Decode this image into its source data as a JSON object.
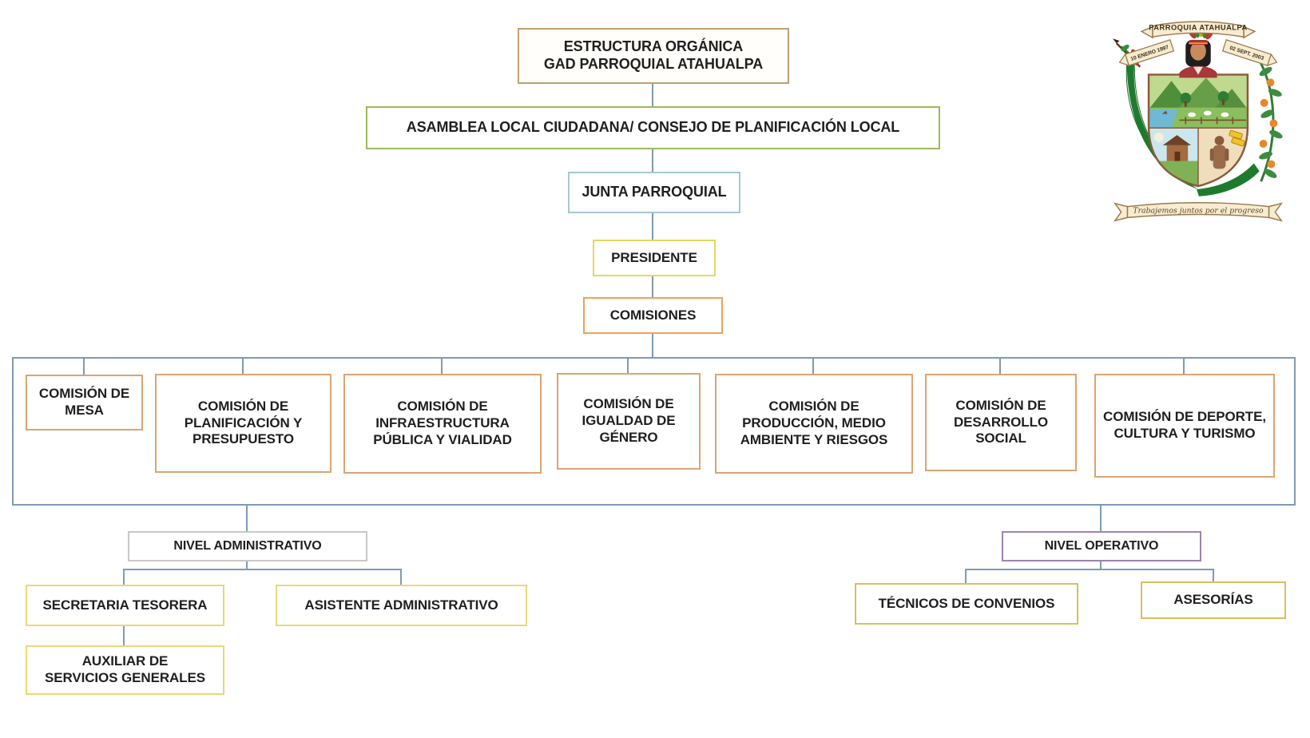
{
  "org": {
    "root": {
      "label": "ESTRUCTURA ORGÁNICA\nGAD PARROQUIAL ATAHUALPA"
    },
    "asamblea": {
      "label": "ASAMBLEA LOCAL CIUDADANA/ CONSEJO DE PLANIFICACIÓN LOCAL"
    },
    "junta": {
      "label": "JUNTA PARROQUIAL"
    },
    "presidente": {
      "label": "PRESIDENTE"
    },
    "comisiones": {
      "label": "COMISIONES"
    },
    "commissions": [
      {
        "label": "COMISIÓN DE MESA"
      },
      {
        "label": "COMISIÓN DE PLANIFICACIÓN Y PRESUPUESTO"
      },
      {
        "label": "COMISIÓN DE INFRAESTRUCTURA PÚBLICA Y VIALIDAD"
      },
      {
        "label": "COMISIÓN DE IGUALDAD DE GÉNERO"
      },
      {
        "label": "COMISIÓN DE PRODUCCIÓN, MEDIO AMBIENTE Y RIESGOS"
      },
      {
        "label": "COMISIÓN DE DESARROLLO SOCIAL"
      },
      {
        "label": "COMISIÓN DE DEPORTE, CULTURA Y TURISMO"
      }
    ],
    "nivel_administrativo": {
      "label": "NIVEL ADMINISTRATIVO",
      "children": [
        {
          "label": "SECRETARIA TESORERA"
        },
        {
          "label": "ASISTENTE ADMINISTRATIVO"
        }
      ],
      "sub": {
        "label": "AUXILIAR DE\nSERVICIOS GENERALES"
      }
    },
    "nivel_operativo": {
      "label": "NIVEL OPERATIVO",
      "children": [
        {
          "label": "TÉCNICOS DE CONVENIOS"
        },
        {
          "label": "ASESORÍAS"
        }
      ]
    }
  },
  "logo": {
    "banner_top": "PARROQUIA ATAHUALPA",
    "banner_left": "10 ENERO 1997",
    "banner_right": "02 SEPT. 2003",
    "motto": "Trabajemos juntos por el progreso"
  },
  "colors": {
    "line": "#7E9AB8",
    "root_border": "#C2A06E",
    "asamblea_border": "#9BBB59",
    "junta_border": "#A5C6D8",
    "presidente_border": "#E8D75B",
    "comisiones_border": "#EDA258",
    "commission_border": "#DBA571",
    "admin_border": "#C8C8C8",
    "operativo_border": "#9C84AF",
    "staff_border": "#EBD878",
    "staff2_border": "#D4C160"
  }
}
